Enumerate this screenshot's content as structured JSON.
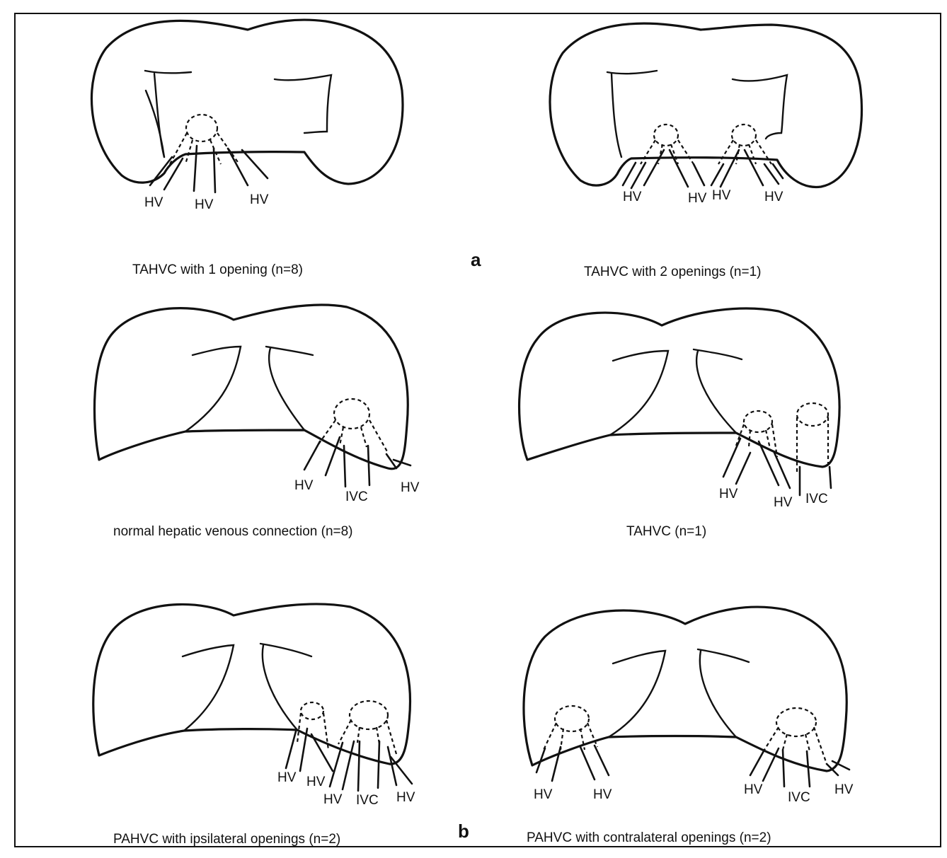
{
  "panels": {
    "a": "a",
    "b": "b"
  },
  "captions": {
    "tahvc_1_opening": "TAHVC with 1 opening (n=8)",
    "tahvc_2_openings": "TAHVC with 2 openings (n=1)",
    "normal": "normal hepatic venous connection (n=8)",
    "tahvc": "TAHVC (n=1)",
    "pahvc_ipsilateral": "PAHVC with ipsilateral openings (n=2)",
    "pahvc_contralateral": "PAHVC with contralateral openings (n=2)"
  },
  "labels": {
    "hv": "HV",
    "ivc": "IVC"
  }
}
